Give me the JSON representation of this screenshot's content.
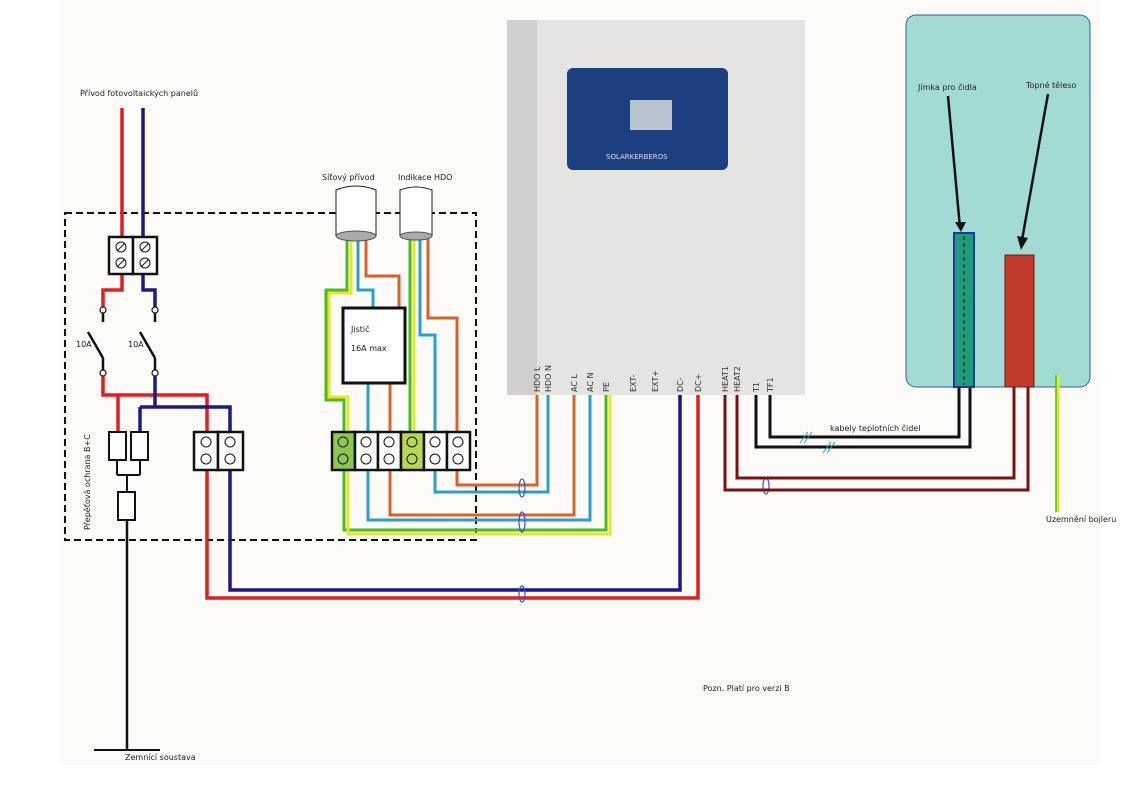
{
  "labels": {
    "pv_input": "Přívod fotovoltaických panelů",
    "mains_input": "Síťový přívod",
    "hdo_indication": "Indikace HDO",
    "breaker_title": "Jistič",
    "breaker_rating": "16A max",
    "fuse_left": "10A",
    "fuse_right": "10A",
    "surge_protection": "Přepěťová ochrana B+C",
    "grounding_system": "Zemnící soustava",
    "sensor_cables": "kabely teplotních čidel",
    "sensor_well": "Jímka pro čidla",
    "heating_element": "Topné těleso",
    "boiler_ground": "Uzemnění bojleru",
    "note": "Pozn. Platí pro verzi B"
  },
  "controller": {
    "brand": "SOLARKERBEROS",
    "terminals": [
      "HDO L",
      "HDO N",
      "AC L",
      "AC N",
      "PE",
      "EXT-",
      "EXT+",
      "DC-",
      "DC+",
      "HEAT1",
      "HEAT2",
      "T1",
      "TF1"
    ]
  },
  "colors": {
    "red": "#e02020",
    "blue": "#1a1a80",
    "orange": "#d9622b",
    "cyan": "#2aa0c8",
    "green": "#4cb82a",
    "yellow": "#e8e820",
    "darkred": "#7a1010",
    "boiler": "#a2dbd4",
    "heater": "#c0392b"
  }
}
